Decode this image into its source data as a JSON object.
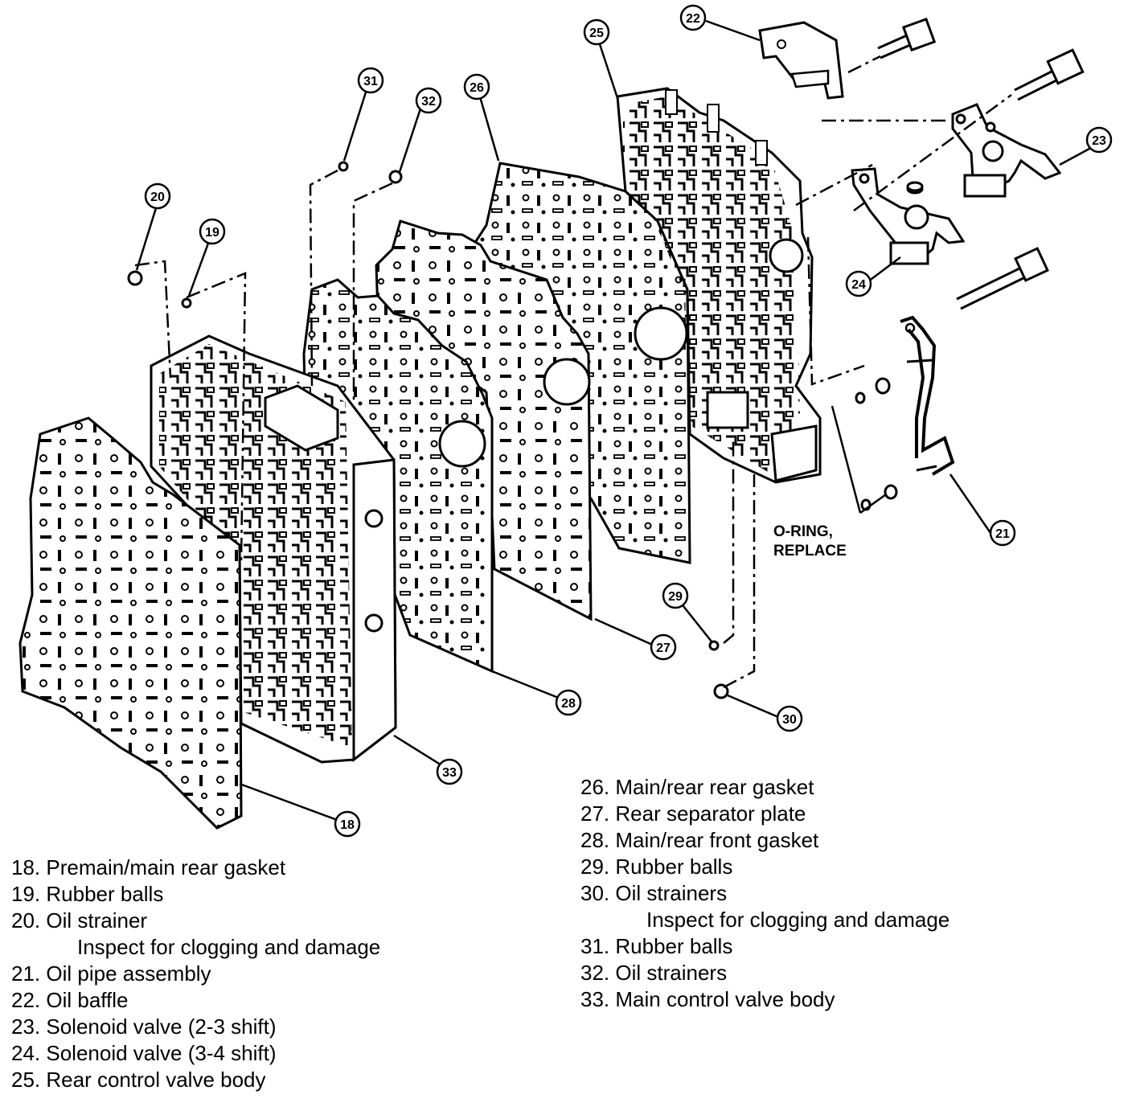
{
  "callouts": {
    "c18": "18",
    "c19": "19",
    "c20": "20",
    "c21": "21",
    "c22": "22",
    "c23": "23",
    "c24": "24",
    "c25": "25",
    "c26": "26",
    "c27": "27",
    "c28": "28",
    "c29": "29",
    "c30": "30",
    "c31": "31",
    "c32": "32",
    "c33": "33"
  },
  "annotation": {
    "line1": "O-RING,",
    "line2": "REPLACE"
  },
  "legend_left": [
    "18. Premain/main rear gasket",
    "19. Rubber balls",
    "20. Oil strainer",
    "Inspect for clogging and damage",
    "21. Oil pipe assembly",
    "22. Oil baffle",
    "23. Solenoid valve (2-3 shift)",
    "24. Solenoid valve (3-4 shift)",
    "25. Rear control valve body"
  ],
  "legend_right": [
    "26. Main/rear rear gasket",
    "27. Rear separator plate",
    "28. Main/rear front gasket",
    "29. Rubber balls",
    "30. Oil strainers",
    "Inspect for clogging and damage",
    "31. Rubber balls",
    "32. Oil strainers",
    "33. Main control valve body"
  ]
}
